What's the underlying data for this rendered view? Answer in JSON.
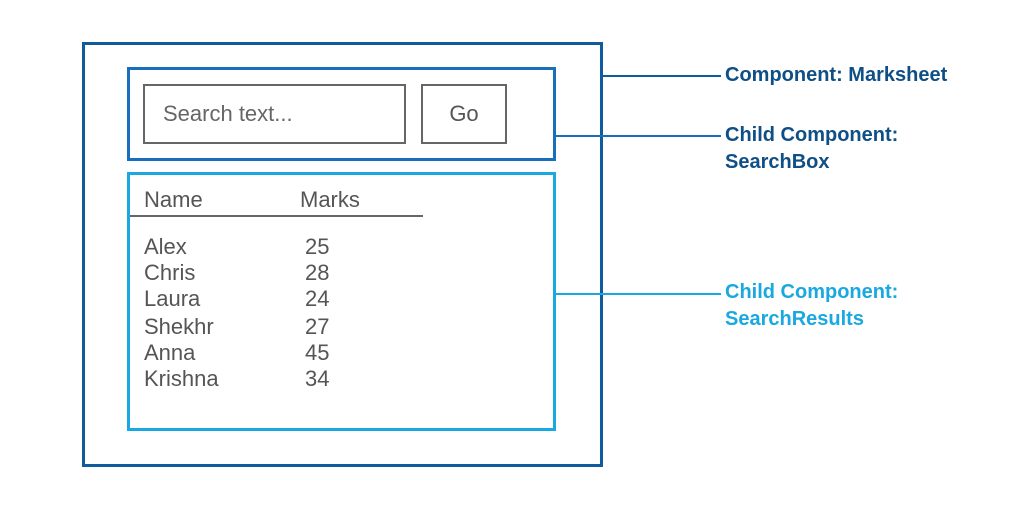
{
  "colors": {
    "marksheet_border": "#0f5b9c",
    "searchbox_border": "#1a6fbd",
    "results_border": "#1aa8e0",
    "dark_label": "#0f4f86",
    "light_label": "#1aa8e0",
    "ui_gray": "#666666"
  },
  "search": {
    "placeholder": "Search text...",
    "go_label": "Go"
  },
  "table": {
    "headers": [
      "Name",
      "Marks"
    ],
    "rows": [
      {
        "name": "Alex",
        "marks": "25"
      },
      {
        "name": "Chris",
        "marks": "28"
      },
      {
        "name": "Laura",
        "marks": "24"
      },
      {
        "name": "Shekhr",
        "marks": "27"
      },
      {
        "name": "Anna",
        "marks": "45"
      },
      {
        "name": "Krishna",
        "marks": "34"
      }
    ]
  },
  "labels": {
    "marksheet": "Component: Marksheet",
    "searchbox": [
      "Child Component:",
      "SearchBox"
    ],
    "results": [
      "Child Component:",
      "SearchResults"
    ]
  }
}
